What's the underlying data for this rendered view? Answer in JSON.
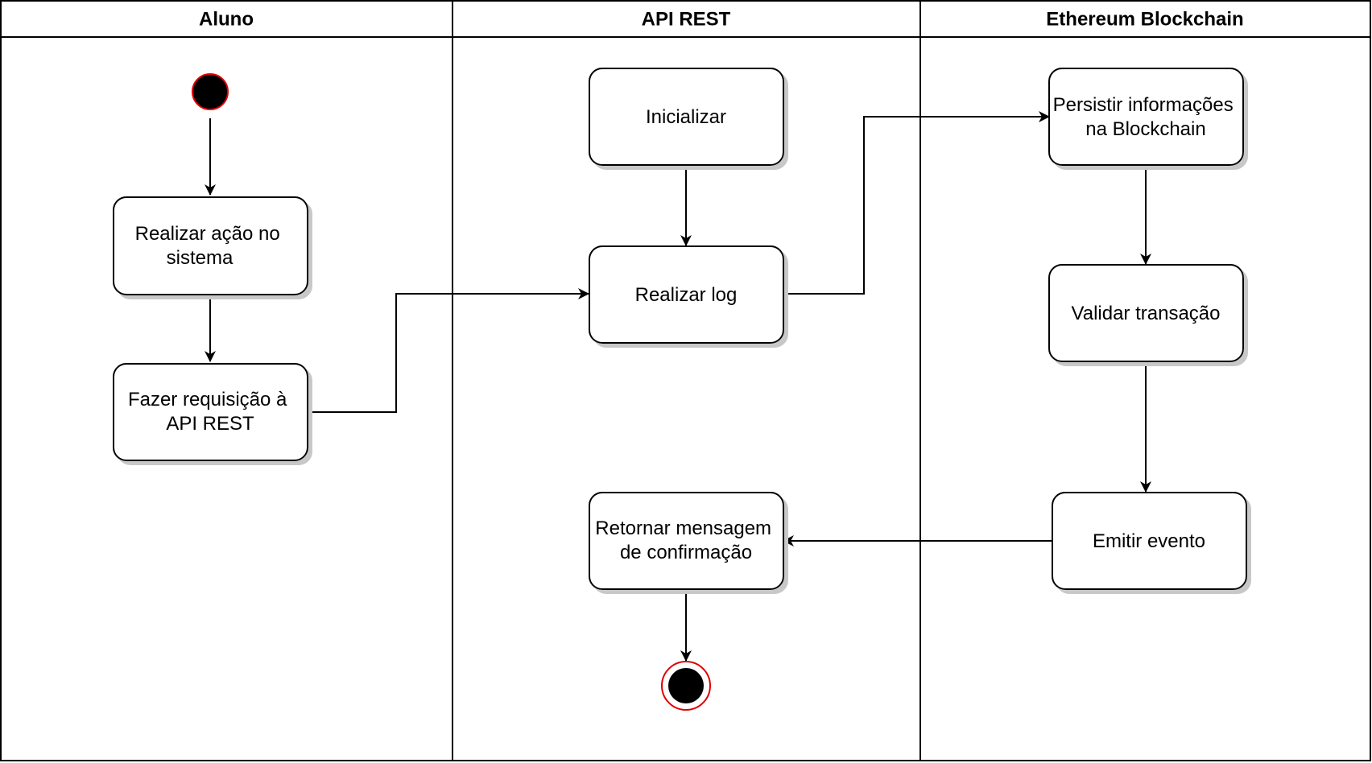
{
  "colors": {
    "line": "#000000",
    "background": "#ffffff",
    "node_fill": "#ffffff",
    "node_shadow": "#c8c8c8",
    "start_fill": "#000000",
    "start_outline": "#e00000",
    "end_ring": "#e00000",
    "end_fill": "#000000"
  },
  "lanes": [
    {
      "title": "Aluno"
    },
    {
      "title": "API REST"
    },
    {
      "title": "Ethereum Blockchain"
    }
  ],
  "nodes": {
    "realizar_acao": {
      "lines": [
        "Realizar ação no",
        "sistema"
      ]
    },
    "fazer_requisicao": {
      "lines": [
        "Fazer requisição à",
        "API REST"
      ]
    },
    "inicializar": {
      "lines": [
        "Inicializar"
      ]
    },
    "realizar_log": {
      "lines": [
        "Realizar log"
      ]
    },
    "retornar_mensagem": {
      "lines": [
        "Retornar mensagem",
        "de confirmação"
      ]
    },
    "persistir": {
      "lines": [
        "Persistir informações",
        "na Blockchain"
      ]
    },
    "validar": {
      "lines": [
        "Validar transação"
      ]
    },
    "emitir": {
      "lines": [
        "Emitir evento"
      ]
    }
  },
  "edges": [
    {
      "from": "start",
      "to": "realizar_acao"
    },
    {
      "from": "realizar_acao",
      "to": "fazer_requisicao"
    },
    {
      "from": "fazer_requisicao",
      "to": "realizar_log"
    },
    {
      "from": "inicializar",
      "to": "realizar_log"
    },
    {
      "from": "realizar_log",
      "to": "persistir"
    },
    {
      "from": "persistir",
      "to": "validar"
    },
    {
      "from": "validar",
      "to": "emitir"
    },
    {
      "from": "emitir",
      "to": "retornar_mensagem"
    },
    {
      "from": "retornar_mensagem",
      "to": "end"
    }
  ]
}
